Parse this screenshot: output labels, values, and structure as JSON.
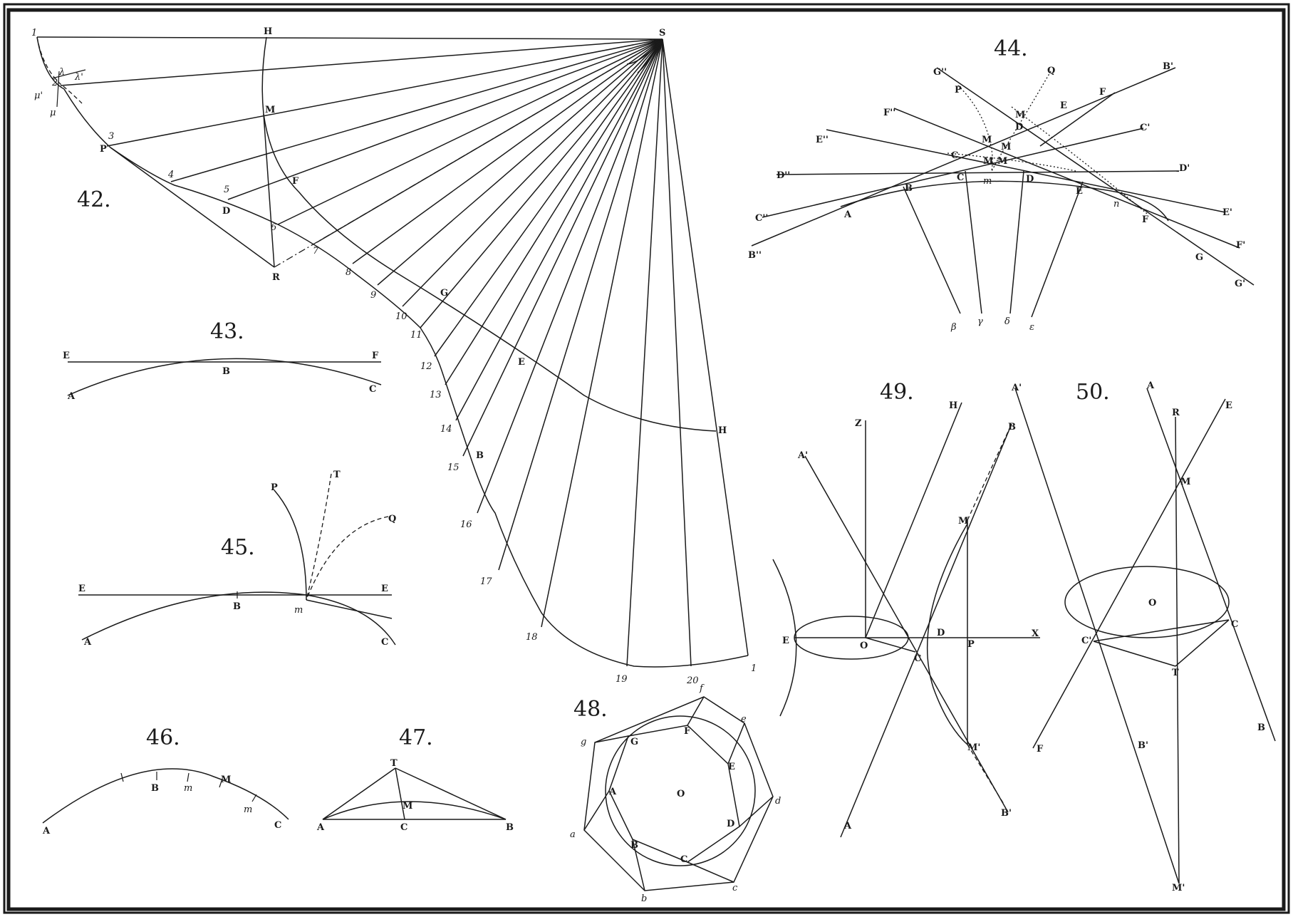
{
  "figures": {
    "f42": "42.",
    "f43": "43.",
    "f44": "44.",
    "f45": "45.",
    "f46": "46.",
    "f47": "47.",
    "f48": "48.",
    "f49": "49.",
    "f50": "50."
  },
  "fig42": {
    "points": {
      "S": "S",
      "H": "H",
      "H1": "H",
      "M": "M",
      "P": "P",
      "D": "D",
      "F": "F",
      "R": "R",
      "G": "G",
      "E": "E",
      "B": "B",
      "lam": "λ",
      "lam2": "λ'",
      "mu": "μ",
      "mu2": "μ'"
    },
    "numbers": [
      "1",
      "2",
      "3",
      "4",
      "5",
      "6",
      "7",
      "8",
      "9",
      "10",
      "11",
      "12",
      "13",
      "14",
      "15",
      "16",
      "17",
      "18",
      "19",
      "20",
      "1"
    ]
  },
  "fig43": {
    "E": "E",
    "F": "F",
    "B": "B",
    "A": "A",
    "C": "C"
  },
  "fig44": {
    "labels": {
      "Gpp": "G''",
      "Q": "Q",
      "Bp": "B'",
      "P": "P",
      "M4": "M",
      "F1": "F",
      "E1": "E",
      "Fpp": "F''",
      "D1": "D",
      "Cp": "C'",
      "Epp": "E''",
      "M": "M",
      "M3": "M",
      "C1": "C",
      "M2": "M",
      "M1": "M",
      "Dpp": "D''",
      "C": "C",
      "m": "m",
      "D": "D",
      "Dp": "D'",
      "B": "B",
      "E": "E",
      "n": "n",
      "Cpp": "C''",
      "A": "A",
      "F": "F",
      "Ep": "E'",
      "Bpp": "B''",
      "Fp": "F'",
      "G1": "G",
      "Gp": "G'",
      "beta": "β",
      "gamma": "γ",
      "delta": "δ",
      "eps": "ε"
    }
  },
  "fig45": {
    "P": "P",
    "T": "T",
    "Q": "Q",
    "E1": "E",
    "E2": "E",
    "B": "B",
    "m": "m",
    "A": "A",
    "C": "C"
  },
  "fig46": {
    "A": "A",
    "B": "B",
    "m1": "m",
    "M": "M",
    "m2": "m",
    "C": "C"
  },
  "fig47": {
    "T": "T",
    "M": "M",
    "A": "A",
    "C": "C",
    "B": "B"
  },
  "fig48": {
    "f": "f",
    "e": "e",
    "g": "g",
    "G": "G",
    "F": "F",
    "E": "E",
    "A": "A",
    "O": "O",
    "d": "d",
    "D": "D",
    "a": "a",
    "B": "B",
    "C": "C",
    "b": "b",
    "c": "c"
  },
  "fig49": {
    "Z": "Z",
    "H": "H",
    "B": "B",
    "A1": "A'",
    "M": "M",
    "E": "E",
    "O": "O",
    "D": "D",
    "P": "P",
    "X": "X",
    "C": "C",
    "M1": "M'",
    "A": "A",
    "B1": "B'"
  },
  "fig50": {
    "A1": "A'",
    "A": "A",
    "E": "E",
    "R": "R",
    "M": "M",
    "O": "O",
    "C1": "C'",
    "C": "C",
    "T": "T",
    "F": "F",
    "B1": "B'",
    "B": "B",
    "M1": "M'"
  }
}
